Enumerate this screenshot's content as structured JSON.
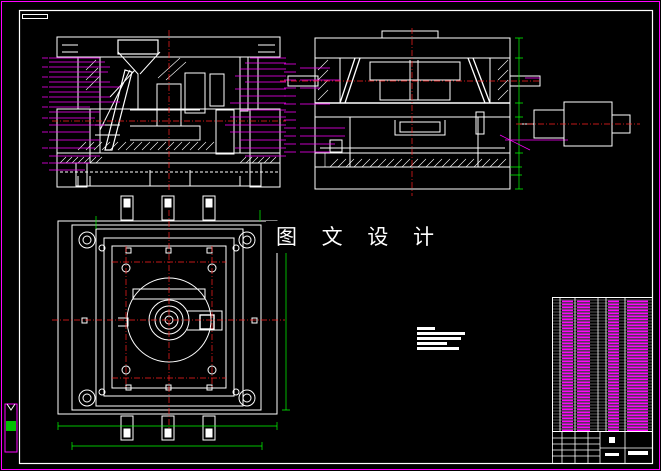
{
  "watermark": {
    "text": "图 文 设 计"
  },
  "drawing": {
    "background": "#000000",
    "border_color": "#ffffff",
    "outer_frame_color": "#ff00ff",
    "part_line_color": "#ffffff",
    "leader_color": "#ff00ff",
    "dimension_color": "#00ff00",
    "center_line_color": "#ff2020",
    "views": [
      "front-section-view",
      "side-section-view",
      "plan-view"
    ],
    "tables": [
      "technical-notes-block",
      "parts-list-table",
      "title-block"
    ]
  }
}
